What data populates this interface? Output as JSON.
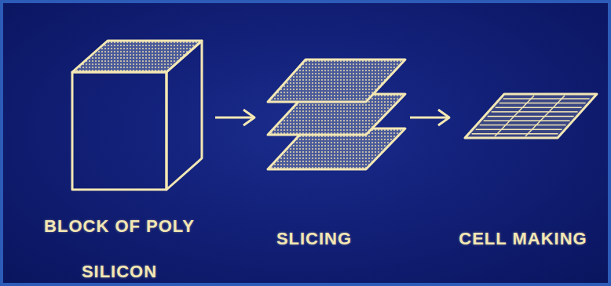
{
  "diagram": {
    "labels": [
      "BLOCK OF POLY SILICON",
      "SLICING",
      "CELL MAKING"
    ]
  }
}
